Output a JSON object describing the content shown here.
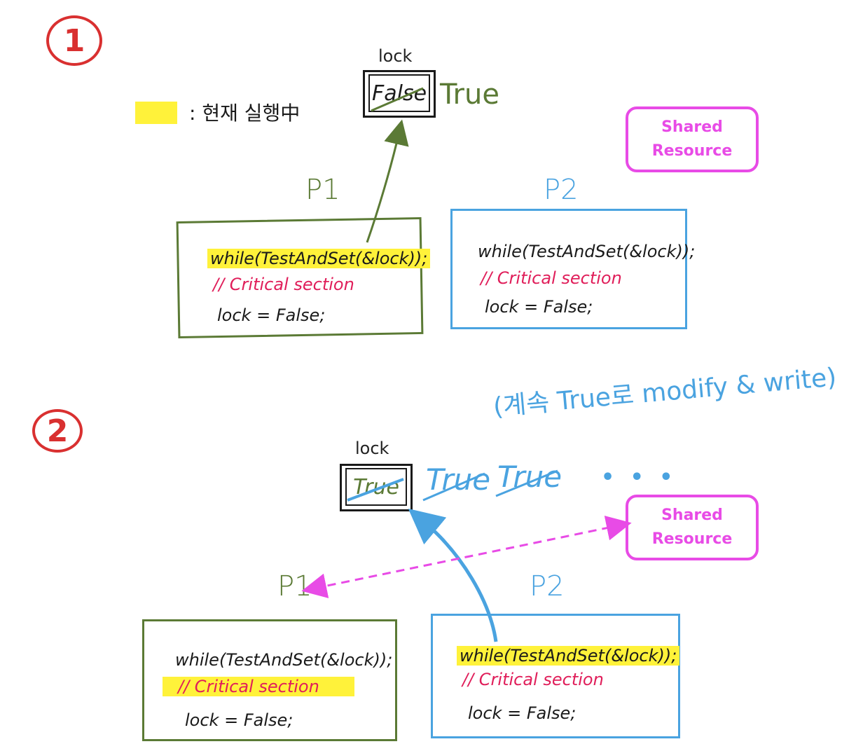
{
  "colors": {
    "step": "#d93030",
    "p1": "#5b7a35",
    "p2": "#4aa3e0",
    "critical": "#e01e5a",
    "highlight": "#fff23a",
    "shared": "#e84be6"
  },
  "legend": {
    "text": ": 현재 실행中"
  },
  "step1": {
    "number": "1",
    "lock_label": "lock",
    "lock_value": "False",
    "new_value": "True",
    "shared": [
      "Shared",
      "Resource"
    ],
    "p1": {
      "label": "P1",
      "code": [
        "while(TestAndSet(&lock));",
        "// Critical section",
        "lock = False;"
      ]
    },
    "p2": {
      "label": "P2",
      "code": [
        "while(TestAndSet(&lock));",
        "// Critical section",
        "lock = False;"
      ]
    }
  },
  "step2": {
    "number": "2",
    "lock_label": "lock",
    "lock_value": "True",
    "new_values": [
      "True",
      "True"
    ],
    "annotation": "(계속 True로 modify & write)",
    "ellipsis": "• • •",
    "shared": [
      "Shared",
      "Resource"
    ],
    "p1": {
      "label": "P1",
      "code": [
        "while(TestAndSet(&lock));",
        "// Critical section",
        "lock = False;"
      ]
    },
    "p2": {
      "label": "P2",
      "code": [
        "while(TestAndSet(&lock));",
        "// Critical section",
        "lock = False;"
      ]
    }
  }
}
